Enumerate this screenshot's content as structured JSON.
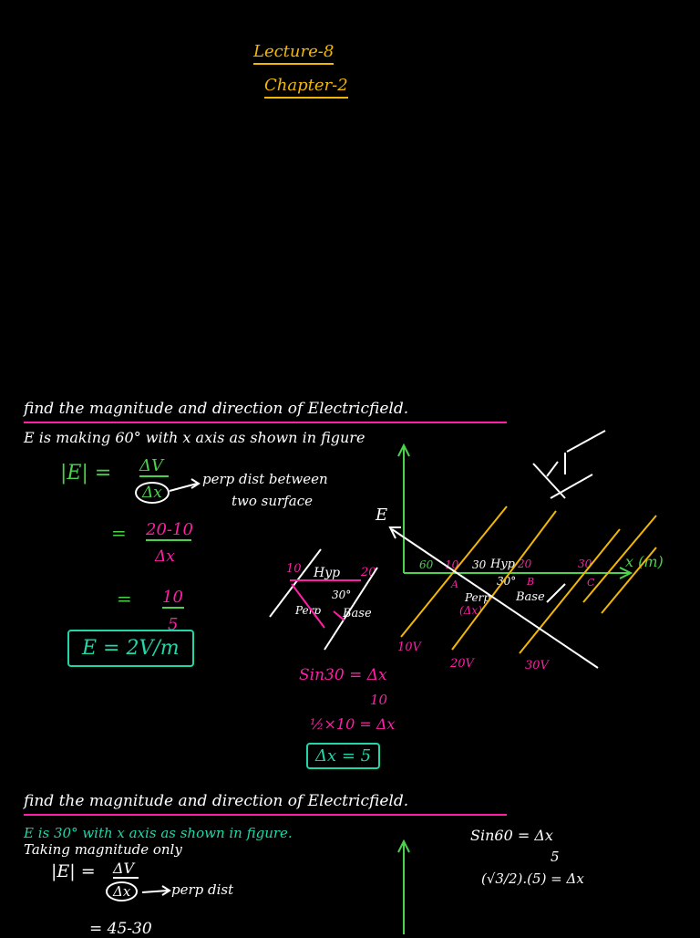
{
  "header": {
    "lecture": "Lecture-8",
    "chapter": "Chapter-2"
  },
  "problem1": {
    "title": "find the magnitude and direction of Electricfield.",
    "statement": "E is making 60° with x axis as shown in figure",
    "formula_lhs": "|E| =",
    "formula_num": "ΔV",
    "formula_den": "Δx",
    "perp_note_line1": "perp dist between",
    "perp_note_line2": "two surface",
    "step1_eq": "=",
    "step1_num": "20-10",
    "step1_den": "Δx",
    "step2_eq": "=",
    "step2_num": "10",
    "step2_den": "5",
    "result": "E = 2V/m",
    "triangle": {
      "left": "10",
      "hyp": "Hyp",
      "right": "20",
      "angle": "30°",
      "perp": "Perp",
      "base": "Base"
    },
    "sin_eq": "Sin30 = Δx",
    "sin_den": "10",
    "sin_step": "½×10 = Δx",
    "sin_result": "Δx = 5",
    "graph": {
      "e_label": "E",
      "x_label": "x (m)",
      "angle60": "60",
      "t10": "10",
      "t30angle": "30",
      "hyp": "Hyp",
      "t20": "20",
      "t30": "30",
      "angle30b": "30°",
      "pt_a": "A",
      "pt_b": "B",
      "pt_c": "C",
      "perp": "Perp",
      "perp_dx": "(Δx)",
      "base": "Base",
      "v10": "10V",
      "v20": "20V",
      "v30": "30V"
    }
  },
  "problem2": {
    "title": "find the magnitude and direction of Electricfield.",
    "statement": "E is 30° with x axis as shown in figure.",
    "taking": "Taking magnitude only",
    "formula_lhs": "|E| =",
    "formula_num": "ΔV",
    "formula_den": "Δx",
    "perp_note": "perp dist",
    "step1": "= 45-30",
    "sin_eq": "Sin60 = Δx",
    "sin_den": "5",
    "sin_step": "(√3/2).(5) = Δx"
  },
  "colors": {
    "yellow": "#f2b705",
    "green": "#4cd14c",
    "magenta": "#ff1fa6",
    "teal": "#21d6a8"
  }
}
